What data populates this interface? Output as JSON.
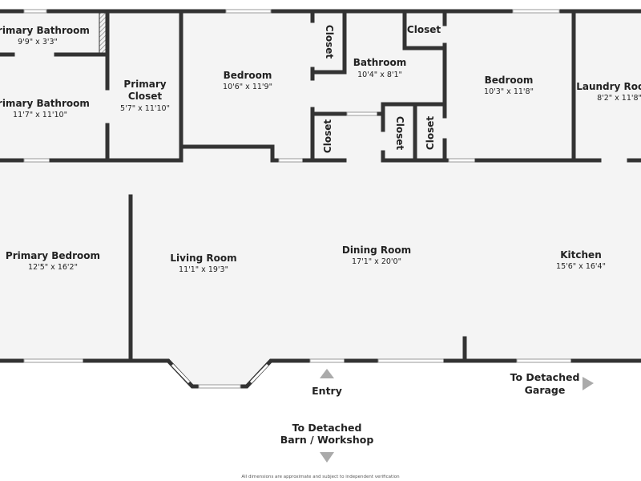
{
  "rooms": {
    "primary_bath_small": {
      "name": "Primary Bathroom",
      "dims": "9'9\" x 3'3\""
    },
    "primary_bath": {
      "name": "Primary Bathroom",
      "dims": "11'7\" x 11'10\""
    },
    "primary_closet": {
      "name_1": "Primary",
      "name_2": "Closet",
      "dims": "5'7\" x 11'10\""
    },
    "bedroom_1": {
      "name": "Bedroom",
      "dims": "10'6\" x 11'9\""
    },
    "bathroom": {
      "name": "Bathroom",
      "dims": "10'4\" x 8'1\""
    },
    "bedroom_2": {
      "name": "Bedroom",
      "dims": "10'3\" x 11'8\""
    },
    "laundry": {
      "name": "Laundry Room",
      "dims": "8'2\" x 11'8\""
    },
    "closets": [
      "Closet",
      "Closet",
      "Closet",
      "Closet",
      "Closet"
    ],
    "primary_bedroom": {
      "name": "Primary Bedroom",
      "dims": "12'5\" x 16'2\""
    },
    "living": {
      "name": "Living Room",
      "dims": "11'1\" x 19'3\""
    },
    "dining": {
      "name": "Dining Room",
      "dims": "17'1\" x 20'0\""
    },
    "kitchen": {
      "name": "Kitchen",
      "dims": "15'6\" x 16'4\""
    }
  },
  "labels": {
    "entry": "Entry",
    "garage_1": "To Detached",
    "garage_2": "Garage",
    "barn_1": "To Detached",
    "barn_2": "Barn / Workshop",
    "disclaimer": "All dimensions are approximate and subject to independent verification"
  }
}
